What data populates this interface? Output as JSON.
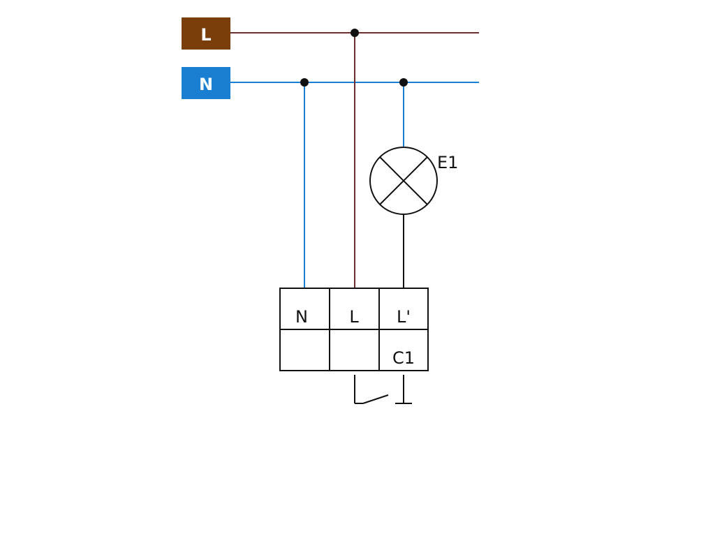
{
  "colors": {
    "live": "#6b2f2f",
    "live_tag_bg": "#7a3e0a",
    "neutral": "#1a7fd0",
    "neutral_tag_bg": "#1a7fd0",
    "ink": "#111111",
    "background": "#ffffff"
  },
  "rails": {
    "live_tag": "L",
    "neutral_tag": "N"
  },
  "lamp": {
    "label": "E1"
  },
  "module": {
    "terminals": [
      "N",
      "L",
      "L'"
    ],
    "second_row": [
      "",
      "",
      "C1"
    ]
  }
}
